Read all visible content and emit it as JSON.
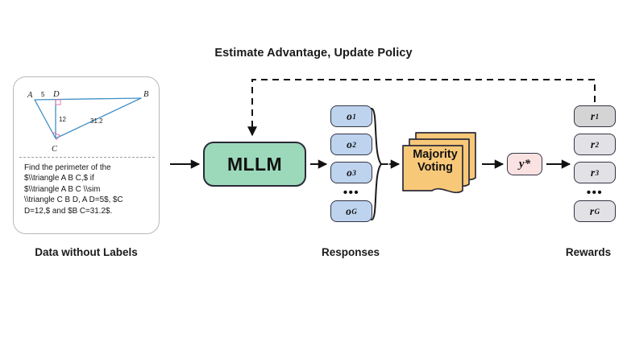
{
  "diagram": {
    "title_top": "Estimate Advantage, Update Policy",
    "labels": {
      "data": "Data without Labels",
      "responses": "Responses",
      "rewards": "Rewards"
    },
    "data_card": {
      "problem_text": "Find the perimeter of the\n$\\\\triangle A B C,$ if\n$\\\\triangle A B C \\\\sim\n\\\\triangle C B D, A D=5$, $C\nD=12,$ and $B C=31.2$.",
      "geometry": {
        "vertex_labels": [
          "A",
          "D",
          "B",
          "C"
        ],
        "side_lengths": [
          "5",
          "12",
          "31.2"
        ],
        "right_angle_marks": 2,
        "stroke_color": "#3f8fc4",
        "mark_color": "#e07ab0"
      }
    },
    "model": {
      "name": "MLLM",
      "fill": "#9cd9bb",
      "stroke": "#2b2b38"
    },
    "responses": {
      "items": [
        {
          "base": "o",
          "sub": "1"
        },
        {
          "base": "o",
          "sub": "2"
        },
        {
          "base": "o",
          "sub": "3"
        },
        {
          "base": "o",
          "sub": "G"
        }
      ],
      "ellipsis": "•••",
      "fill": "#bdd3ee"
    },
    "majority_voting": {
      "line1": "Majority",
      "line2": "Voting",
      "fill": "#f8c879",
      "stack_count": 3
    },
    "consensus": {
      "label": "y*",
      "fill": "#fbe2e2"
    },
    "rewards": {
      "items": [
        {
          "base": "r",
          "sub": "1"
        },
        {
          "base": "r",
          "sub": "2"
        },
        {
          "base": "r",
          "sub": "3"
        },
        {
          "base": "r",
          "sub": "G"
        }
      ],
      "ellipsis": "•••",
      "fill": "#e2e2e6"
    },
    "icons": {
      "arrow_right": "arrow-right-icon",
      "feedback_arrow": "dashed-feedback-arrow-icon",
      "brace": "curly-brace-icon"
    }
  }
}
